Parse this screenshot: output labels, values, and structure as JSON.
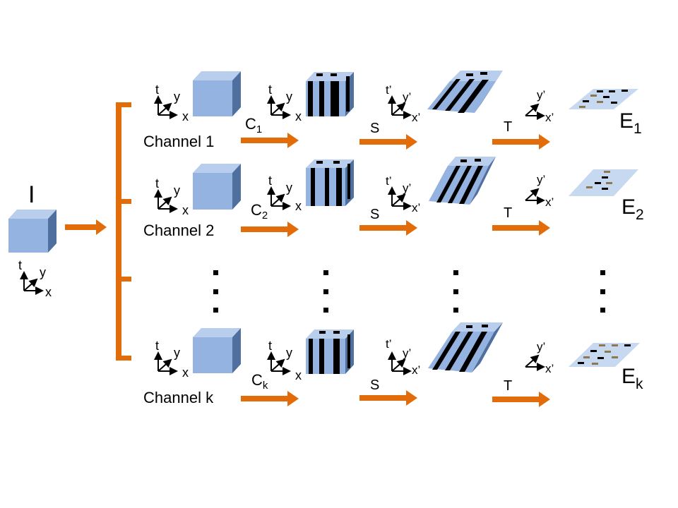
{
  "colors": {
    "accent": "#E36C0A",
    "cube_face": "#95B3E0",
    "cube_side": "#4F6F9F",
    "cube_top": "#B9CDEC",
    "stripe": "#000000",
    "event_plane": "#C6D9F1",
    "event_dot": "#8C7A4E"
  },
  "input": {
    "label": "I",
    "axis": {
      "t": "t",
      "y": "y",
      "x": "x"
    }
  },
  "channels": [
    {
      "name": "Channel 1",
      "conv": "C",
      "conv_sub": "1",
      "shift": "S",
      "transform": "T",
      "output": "E",
      "output_sub": "1"
    },
    {
      "name": "Channel 2",
      "conv": "C",
      "conv_sub": "2",
      "shift": "S",
      "transform": "T",
      "output": "E",
      "output_sub": "2"
    },
    {
      "name": "Channel k",
      "conv": "C",
      "conv_sub": "k",
      "shift": "S",
      "transform": "T",
      "output": "E",
      "output_sub": "k"
    }
  ],
  "axes": {
    "input_block": {
      "t": "t",
      "y": "y",
      "x": "x"
    },
    "conv_block": {
      "t": "t",
      "y": "y",
      "x": "x"
    },
    "shift_block": {
      "t": "t’",
      "y": "y’",
      "x": "x’"
    },
    "event_block": {
      "y": "y’",
      "x": "x’"
    }
  },
  "ellipsis": "⋮"
}
